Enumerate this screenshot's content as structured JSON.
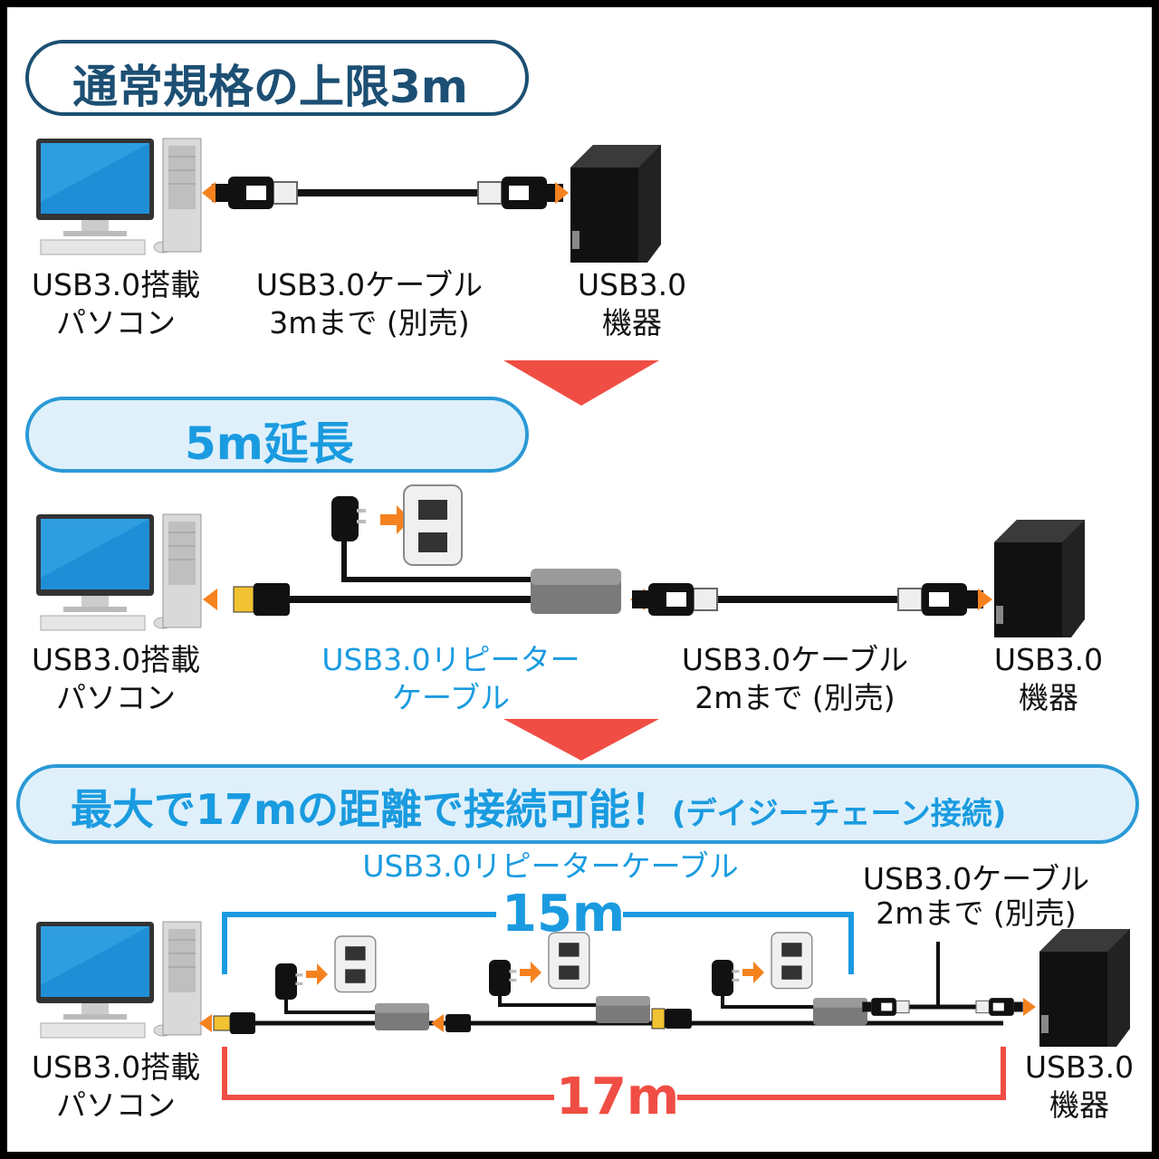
{
  "section1": {
    "title": "通常規格の上限3m",
    "pc_label": [
      "USB3.0搭載",
      "パソコン"
    ],
    "cable_label": [
      "USB3.0ケーブル",
      "3mまで (別売)"
    ],
    "device_label": [
      "USB3.0",
      "機器"
    ]
  },
  "section2": {
    "title": "5m延長",
    "pc_label": [
      "USB3.0搭載",
      "パソコン"
    ],
    "repeater_label": [
      "USB3.0リピーター",
      "ケーブル"
    ],
    "cable_label": [
      "USB3.0ケーブル",
      "2mまで (別売)"
    ],
    "device_label": [
      "USB3.0",
      "機器"
    ]
  },
  "section3": {
    "title_main": "最大で17mの距離で接続可能！",
    "title_sub": "(デイジーチェーン接続)",
    "repeater_label": "USB3.0リピーターケーブル",
    "repeater_length": "15m",
    "cable_label": [
      "USB3.0ケーブル",
      "2mまで (別売)"
    ],
    "total_length": "17m",
    "pc_label": [
      "USB3.0搭載",
      "パソコン"
    ],
    "device_label": [
      "USB3.0",
      "機器"
    ]
  },
  "colors": {
    "navy": "#1c4f73",
    "sky": "#1a9be0",
    "red": "#f04e44",
    "orange": "#f5821f"
  }
}
